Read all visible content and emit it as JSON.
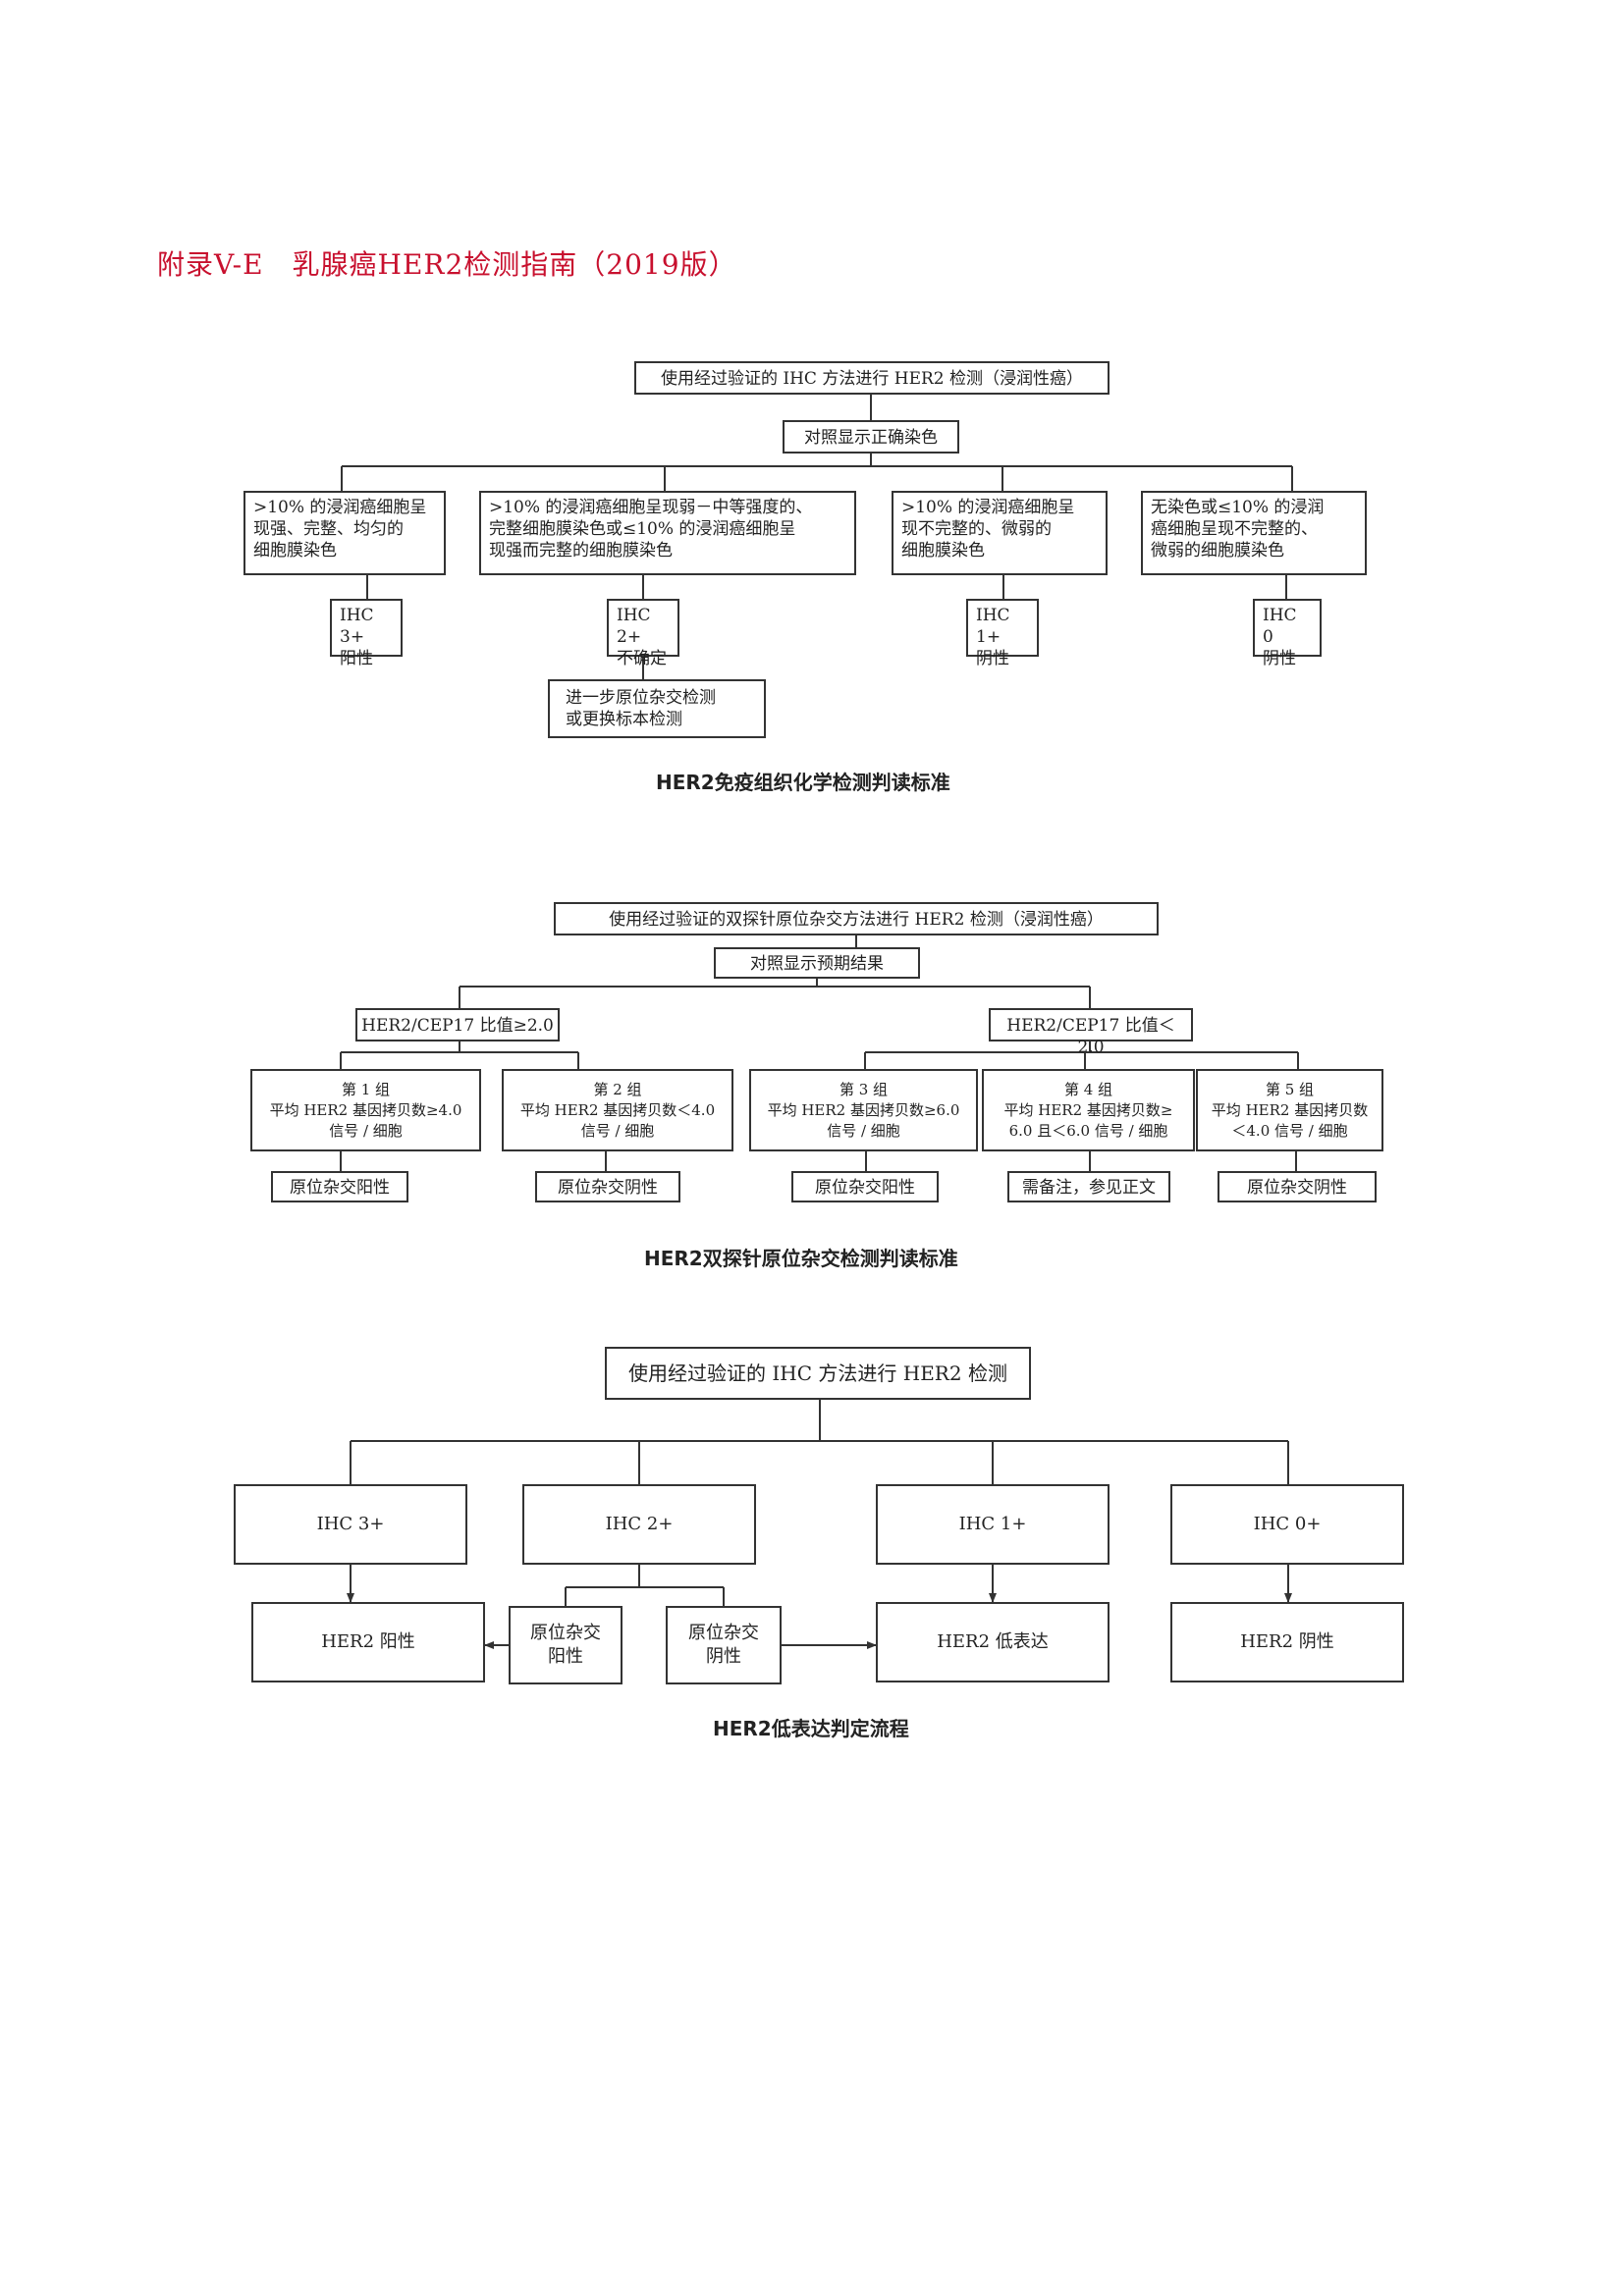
{
  "page": {
    "title": "附录V-E　乳腺癌HER2检测指南（2019版）"
  },
  "figure1": {
    "caption": "HER2免疫组织化学检测判读标准",
    "root": "使用经过验证的 IHC 方法进行 HER2 检测（浸润性癌）",
    "control": "对照显示正确染色",
    "criteria": [
      ">10% 的浸润癌细胞呈\n现强、完整、均匀的\n细胞膜染色",
      ">10% 的浸润癌细胞呈现弱－中等强度的、\n完整细胞膜染色或≤10% 的浸润癌细胞呈\n现强而完整的细胞膜染色",
      ">10% 的浸润癌细胞呈\n现不完整的、微弱的\n细胞膜染色",
      "无染色或≤10% 的浸润\n癌细胞呈现不完整的、\n微弱的细胞膜染色"
    ],
    "results": [
      "IHC 3+\n阳性",
      "IHC 2+\n不确定",
      "IHC 1+\n阴性",
      "IHC 0\n阴性"
    ],
    "followup": "进一步原位杂交检测\n或更换标本检测"
  },
  "figure2": {
    "caption": "HER2双探针原位杂交检测判读标准",
    "root": "使用经过验证的双探针原位杂交方法进行 HER2 检测（浸润性癌）",
    "control": "对照显示预期结果",
    "ratio_left": "HER2/CEP17 比值≥2.0",
    "ratio_right": "HER2/CEP17 比值＜2.0",
    "groups": [
      "第 1 组\n平均 HER2 基因拷贝数≥4.0\n信号 / 细胞",
      "第 2 组\n平均 HER2 基因拷贝数＜4.0\n信号 / 细胞",
      "第 3 组\n平均 HER2 基因拷贝数≥6.0\n信号 / 细胞",
      "第 4 组\n平均 HER2 基因拷贝数≥\n6.0 且＜6.0 信号 / 细胞",
      "第 5 组\n平均 HER2 基因拷贝数\n＜4.0 信号 / 细胞"
    ],
    "results": [
      "原位杂交阳性",
      "原位杂交阴性",
      "原位杂交阳性",
      "需备注，参见正文",
      "原位杂交阴性"
    ]
  },
  "figure3": {
    "caption": "HER2低表达判定流程",
    "root": "使用经过验证的 IHC 方法进行 HER2 检测",
    "ihc": [
      "IHC 3+",
      "IHC 2+",
      "IHC 1+",
      "IHC 0+"
    ],
    "ish_positive": "原位杂交\n阳性",
    "ish_negative": "原位杂交\n阴性",
    "outcomes": [
      "HER2 阳性",
      "HER2 低表达",
      "HER2 阴性"
    ]
  }
}
